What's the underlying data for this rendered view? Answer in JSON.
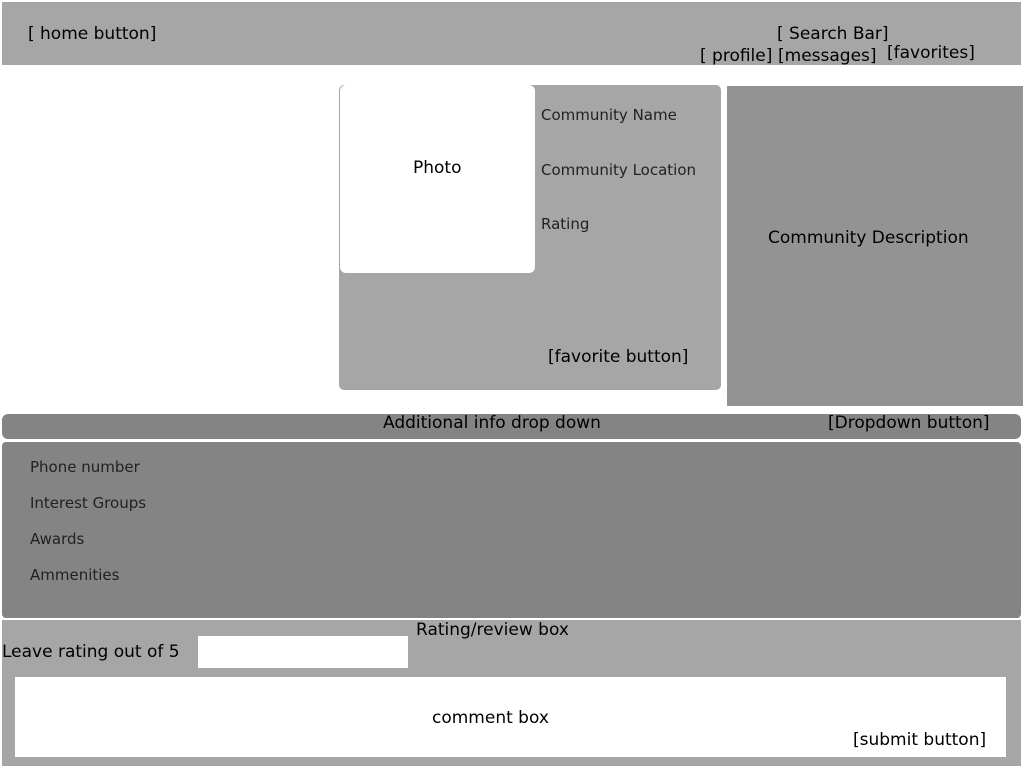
{
  "header": {
    "home_label": "[ home button]",
    "search_label": "[ Search Bar]",
    "profile_label": "[ profile]",
    "messages_label": "[messages]",
    "favorites_label": "[favorites]"
  },
  "community": {
    "photo_label": "Photo",
    "name_label": "Community Name",
    "location_label": "Community Location",
    "rating_label": "Rating",
    "favorite_button_label": "[favorite button]",
    "description_label": "Community Description"
  },
  "additional_info": {
    "title": "Additional info drop down",
    "button_label": "[Dropdown button]",
    "items": [
      "Phone number",
      "Interest Groups",
      "Awards",
      "Ammenities"
    ]
  },
  "review": {
    "title": "Rating/review box",
    "rating_prompt": "Leave rating out of 5",
    "rating_value": "",
    "comment_label": "comment box",
    "submit_label": "[submit button]"
  },
  "colors": {
    "light_gray": "#a6a6a6",
    "mid_gray": "#939393",
    "dark_gray": "#848484"
  }
}
